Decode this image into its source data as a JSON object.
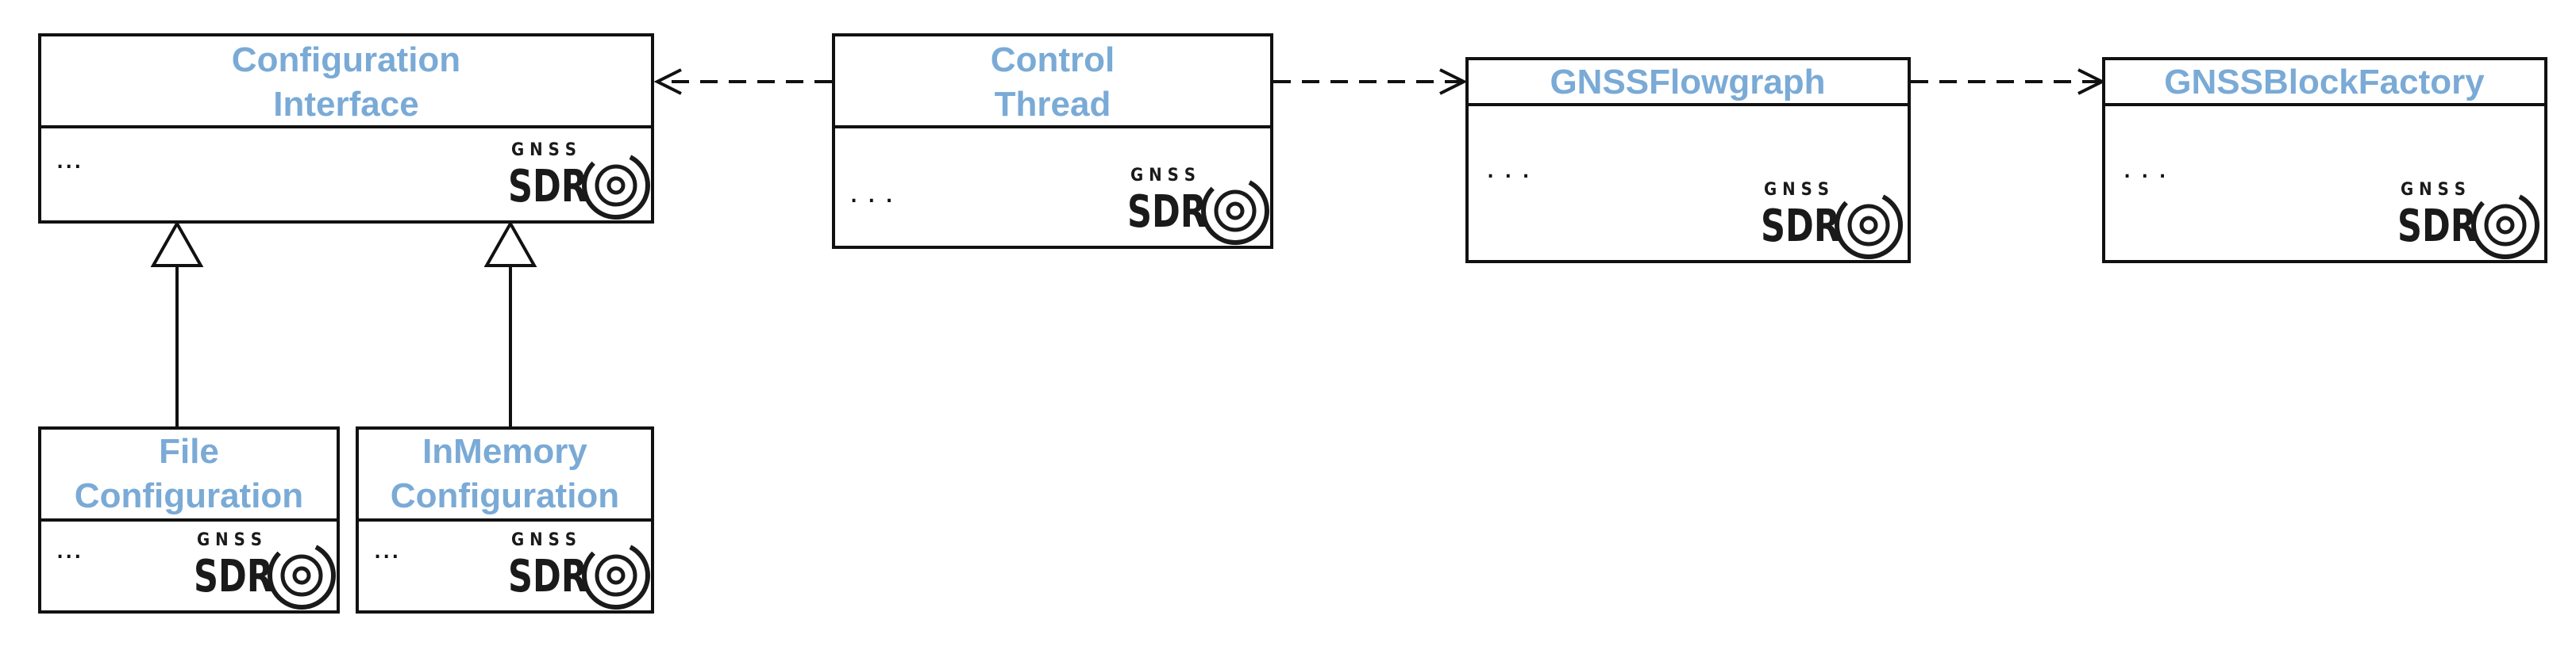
{
  "diagram": {
    "classes": {
      "configuration_interface": {
        "title_lines": [
          "Configuration",
          "Interface"
        ],
        "body": "..."
      },
      "control_thread": {
        "title_lines": [
          "Control",
          "Thread"
        ],
        "body": ". . ."
      },
      "gnss_flowgraph": {
        "title_lines": [
          "GNSSFlowgraph"
        ],
        "body": ". . ."
      },
      "gnss_block_factory": {
        "title_lines": [
          "GNSSBlockFactory"
        ],
        "body": ". . ."
      },
      "file_configuration": {
        "title_lines": [
          "File",
          "Configuration"
        ],
        "body": "..."
      },
      "inmemory_configuration": {
        "title_lines": [
          "InMemory",
          "Configuration"
        ],
        "body": "..."
      }
    },
    "logo": {
      "top": "GNSS",
      "bottom": "SDR"
    },
    "colors": {
      "title": "#7aaad6",
      "line": "#111111"
    }
  }
}
